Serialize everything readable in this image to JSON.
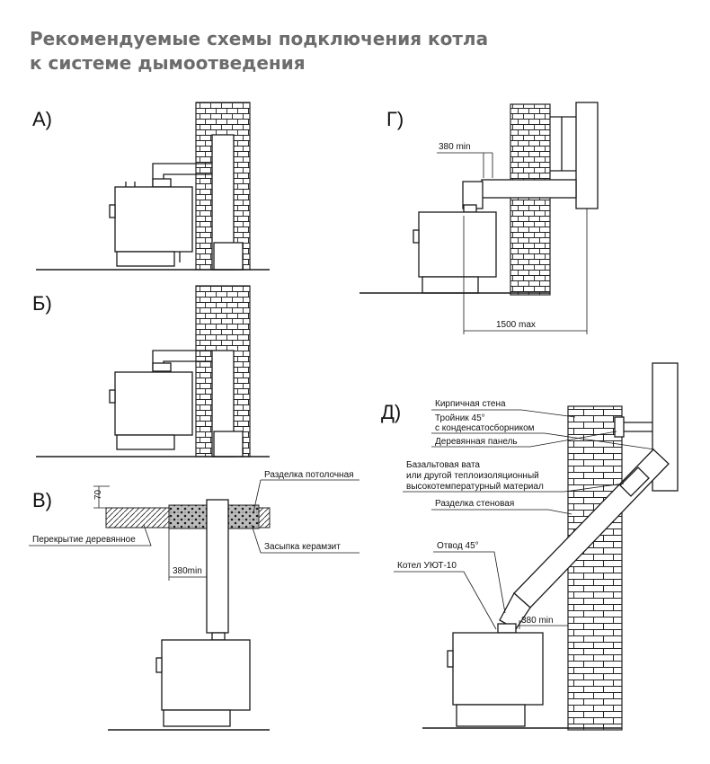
{
  "title": {
    "line1": "Рекомендуемые схемы подключения котла",
    "line2": "к системе дымоотведения"
  },
  "schemes": {
    "a": {
      "label": "А)"
    },
    "b": {
      "label": "Б)"
    },
    "v": {
      "label": "В)",
      "dim_vertical": "70",
      "dim_horizontal": "380min",
      "callouts": {
        "ceiling_cut": "Разделка потолочная",
        "wooden_floor": "Перекрытие деревянное",
        "clay_fill": "Засыпка керамзит"
      }
    },
    "g": {
      "label": "Г)",
      "dim_top": "380 min",
      "dim_bottom": "1500 max"
    },
    "d": {
      "label": "Д)",
      "dim": "380 min",
      "callouts": {
        "brick_wall": "Кирпичная стена",
        "tee_line1": "Тройник 45°",
        "tee_line2": "с конденсатосборником",
        "wood_panel": "Деревянная панель",
        "wool_line1": "Базальтовая вата",
        "wool_line2": "или другой теплоизоляционный",
        "wool_line3": "высокотемпературный материал",
        "wall_cut": "Разделка стеновая",
        "bend": "Отвод 45°",
        "boiler": "Котел УЮТ-10"
      }
    }
  },
  "colors": {
    "title": "#6c6c6c",
    "line": "#1a1a1a",
    "background": "#ffffff"
  }
}
